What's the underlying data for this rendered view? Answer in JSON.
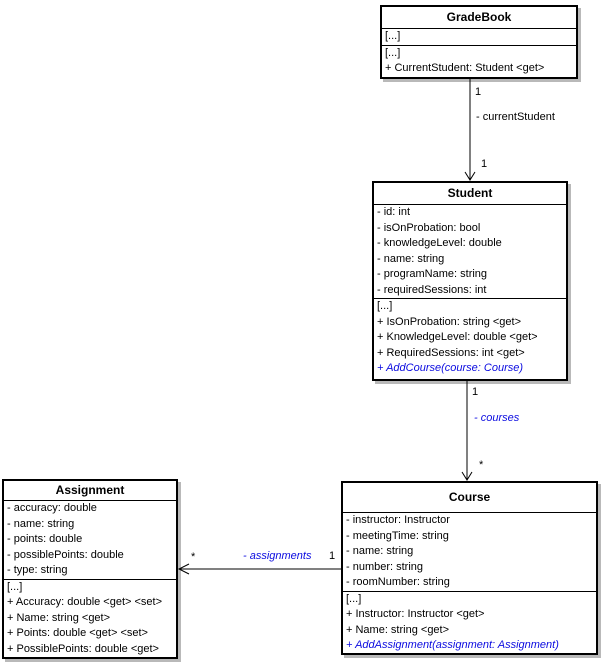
{
  "diagram": {
    "colors": {
      "emphasis": "#0b0be0",
      "border": "#000000",
      "shadow": "#b9b9b9",
      "background": "#ffffff"
    },
    "classes": {
      "gradebook": {
        "title": "GradeBook",
        "attributes": [
          {
            "text": "[...]"
          }
        ],
        "operations": [
          {
            "text": "[...]"
          },
          {
            "text": "+ CurrentStudent: Student <get>"
          }
        ]
      },
      "student": {
        "title": "Student",
        "attributes": [
          {
            "text": "- id: int"
          },
          {
            "text": "- isOnProbation: bool"
          },
          {
            "text": "- knowledgeLevel: double"
          },
          {
            "text": "- name: string"
          },
          {
            "text": "- programName: string"
          },
          {
            "text": "- requiredSessions: int"
          }
        ],
        "operations": [
          {
            "text": "[...]"
          },
          {
            "text": "+ IsOnProbation: string <get>"
          },
          {
            "text": "+ KnowledgeLevel: double <get>"
          },
          {
            "text": "+ RequiredSessions: int <get>"
          },
          {
            "text": "+ AddCourse(course: Course)",
            "emphasis": true
          }
        ]
      },
      "course": {
        "title": "Course",
        "attributes": [
          {
            "text": "- instructor: Instructor"
          },
          {
            "text": "- meetingTime: string"
          },
          {
            "text": "- name: string"
          },
          {
            "text": "- number: string"
          },
          {
            "text": "- roomNumber: string"
          }
        ],
        "operations": [
          {
            "text": "[...]"
          },
          {
            "text": "+ Instructor: Instructor <get>"
          },
          {
            "text": "+ Name: string <get>"
          },
          {
            "text": "+ AddAssignment(assignment: Assignment)",
            "emphasis": true
          }
        ]
      },
      "assignment": {
        "title": "Assignment",
        "attributes": [
          {
            "text": "- accuracy: double"
          },
          {
            "text": "- name: string"
          },
          {
            "text": "- points: double"
          },
          {
            "text": "- possiblePoints: double"
          },
          {
            "text": "- type: string"
          }
        ],
        "operations": [
          {
            "text": "[...]"
          },
          {
            "text": "+ Accuracy: double <get> <set>"
          },
          {
            "text": "+ Name: string <get>"
          },
          {
            "text": "+ Points: double <get> <set>"
          },
          {
            "text": "+ PossiblePoints: double <get>"
          }
        ]
      }
    },
    "associations": {
      "gradebook_student": {
        "source_multiplicity": "1",
        "label": "- currentStudent",
        "target_multiplicity": "1"
      },
      "student_course": {
        "source_multiplicity": "1",
        "label": "- courses",
        "target_multiplicity": "*"
      },
      "course_assignment": {
        "source_multiplicity": "1",
        "label": "- assignments",
        "target_multiplicity": "*"
      }
    }
  }
}
